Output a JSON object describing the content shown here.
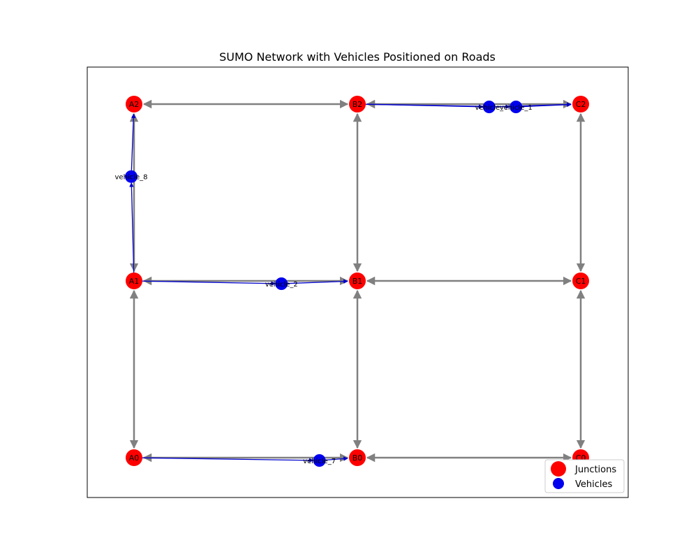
{
  "title": "SUMO Network with Vehicles Positioned on Roads",
  "colors": {
    "junction": "#ff0000",
    "vehicle": "#0000ee",
    "road": "#808080",
    "route": "#0000cc"
  },
  "legend": {
    "placement": "lower-right",
    "items": [
      {
        "label": "Junctions",
        "kind": "junction"
      },
      {
        "label": "Vehicles",
        "kind": "vehicle"
      }
    ]
  },
  "junctions": [
    {
      "id": "A0",
      "label": "A0"
    },
    {
      "id": "B0",
      "label": "B0"
    },
    {
      "id": "C0",
      "label": "C0"
    },
    {
      "id": "A1",
      "label": "A1"
    },
    {
      "id": "B1",
      "label": "B1"
    },
    {
      "id": "C1",
      "label": "C1"
    },
    {
      "id": "A2",
      "label": "A2"
    },
    {
      "id": "B2",
      "label": "B2"
    },
    {
      "id": "C2",
      "label": "C2"
    }
  ],
  "roads": [
    {
      "from": "A2",
      "to": "B2"
    },
    {
      "from": "B2",
      "to": "C2"
    },
    {
      "from": "A1",
      "to": "B1"
    },
    {
      "from": "B1",
      "to": "C1"
    },
    {
      "from": "A0",
      "to": "B0"
    },
    {
      "from": "B0",
      "to": "C0"
    },
    {
      "from": "A0",
      "to": "A1"
    },
    {
      "from": "A1",
      "to": "A2"
    },
    {
      "from": "B0",
      "to": "B1"
    },
    {
      "from": "B1",
      "to": "B2"
    },
    {
      "from": "C0",
      "to": "C1"
    },
    {
      "from": "C1",
      "to": "C2"
    }
  ],
  "vehicles": [
    {
      "id": "vehicle_1",
      "label": "vehicle_1",
      "road_from": "B2",
      "road_to": "C2",
      "t": 0.71
    },
    {
      "id": "vehicle_x",
      "label": "vehicle_",
      "road_from": "B2",
      "road_to": "C2",
      "t": 0.59
    },
    {
      "id": "vehicle_8",
      "label": "vehicle_8",
      "road_from": "A1",
      "road_to": "A2",
      "t": 0.59
    },
    {
      "id": "vehicle_2",
      "label": "vehicle_2",
      "road_from": "A1",
      "road_to": "B1",
      "t": 0.66
    },
    {
      "id": "vehicle_7",
      "label": "vehicle_7",
      "road_from": "A0",
      "road_to": "B0",
      "t": 0.83
    }
  ]
}
